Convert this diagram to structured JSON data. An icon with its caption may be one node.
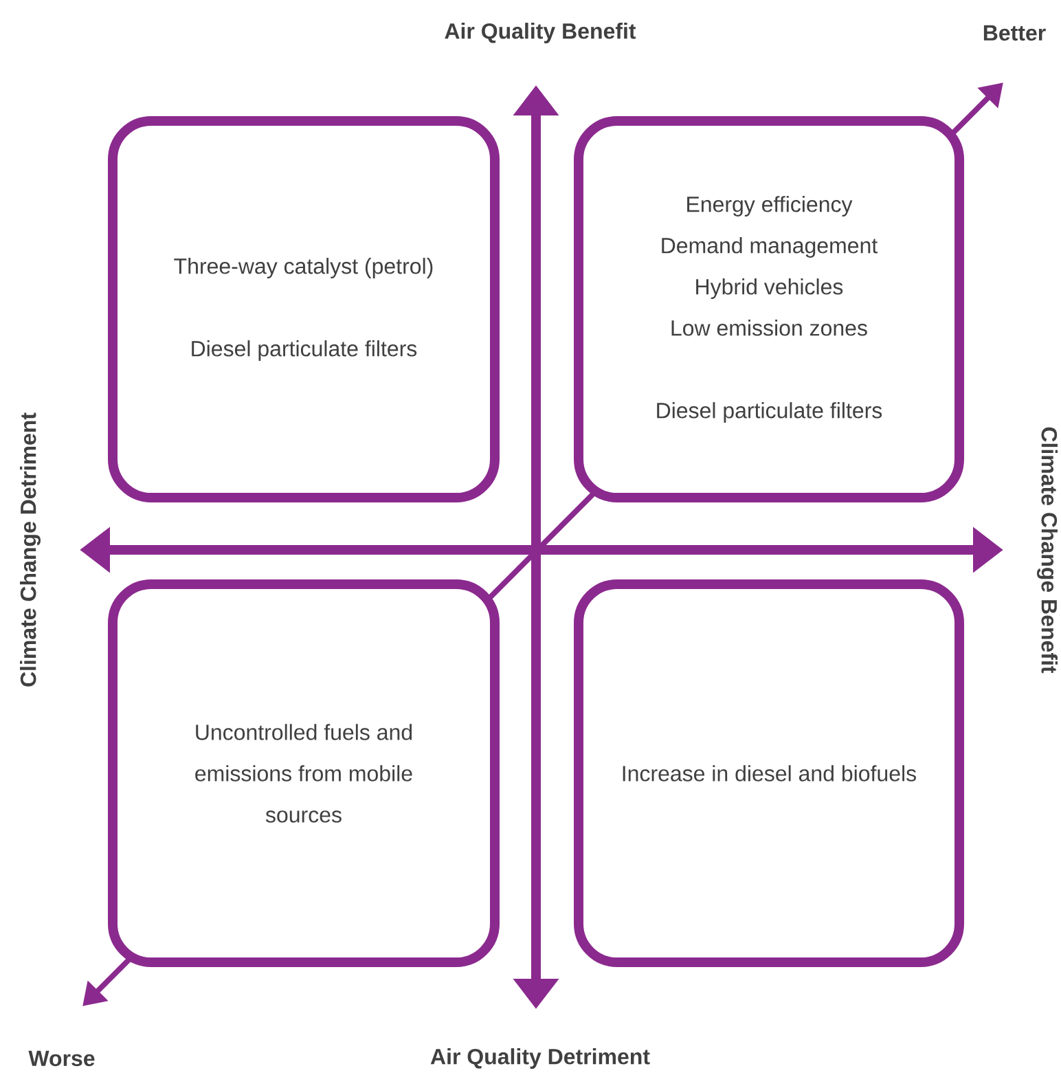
{
  "diagram": {
    "nodes": [
      {
        "text": [
          "Three-way catalyst (petrol)",
          "Diesel particulate filters"
        ]
      },
      {
        "text": [
          "Energy efficiency",
          "Demand management",
          "Hybrid vehicles",
          "Low emission zones",
          "Diesel particulate filters"
        ]
      },
      {
        "text": [
          "Uncontrolled fuels and emissions from mobile sources"
        ]
      },
      {
        "text": [
          "Increase in diesel and biofuels"
        ]
      }
    ],
    "labels": [
      "Air Quality Benefit",
      "Better",
      "Climate Change Detriment",
      "Climate Change Benefit",
      "Worse",
      "Air Quality Detriment"
    ]
  }
}
